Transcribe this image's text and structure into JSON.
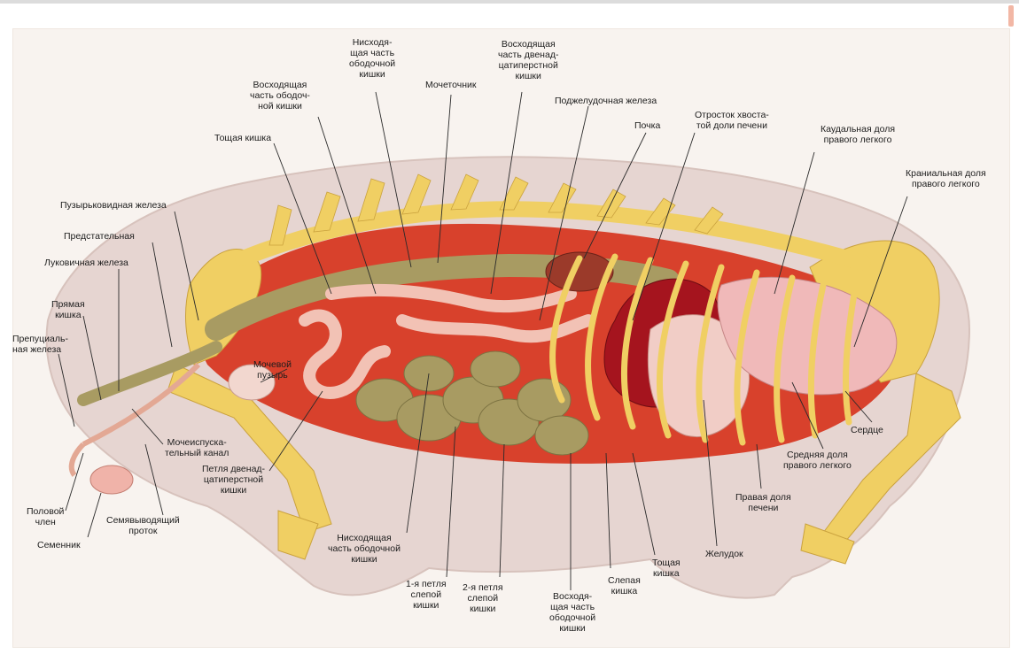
{
  "labels": {
    "nishodyaschaya_top": "Нисходя-\nщая часть\nободочной\nкишки",
    "voshodyaschaya_dvenad": "Восходящая\nчасть двенад-\nцатиперстной\nкишки",
    "mochetochnik": "Мочеточник",
    "voshodyaschaya_obodoch": "Восходящая\nчасть ободоч-\nной кишки",
    "podzheludochnaya": "Поджелудочная железа",
    "pochka": "Почка",
    "otrostok": "Отросток хвоста-\nтой доли печени",
    "kaudalnaya": "Каудальная доля\nправого легкого",
    "kranialnaya": "Краниальная доля\nправого легкого",
    "toschaya_top": "Тощая кишка",
    "puzyrkovidnaya": "Пузырьковидная железа",
    "predstatelnaya": "Предстательная",
    "lukovichnaya": "Луковичная железа",
    "pryamaya": "Прямая\nкишка",
    "prepucialnaya": "Препуциаль-\nная железа",
    "mochevoy": "Мочевой\nпузырь",
    "mocheispusk": "Мочеиспуска-\nтельный канал",
    "petlya_dvenad": "Петля двенад-\nцатиперстной\nкишки",
    "polovoy": "Половой\nчлен",
    "semyavyvod": "Семявыводящий\nпроток",
    "semennik": "Семенник",
    "nishodyaschaya_bottom": "Нисходящая\nчасть ободочной\nкишки",
    "petlya1": "1-я петля\nслепой\nкишки",
    "petlya2": "2-я петля\nслепой\nкишки",
    "voshodyaschaya_bottom": "Восходя-\nщая часть\nободочной\nкишки",
    "slepaya": "Слепая\nкишка",
    "toschaya_bottom": "Тощая\nкишка",
    "zheludok": "Желудок",
    "pravaya_dolya": "Правая доля\nпечени",
    "srednyaya": "Средняя доля\nправого легкого",
    "serdce": "Сердце"
  },
  "colors": {
    "bone": "#f0cf63",
    "body_wall": "#e5d3cf",
    "cavity": "#d8412c",
    "colon": "#a89b62",
    "intestine": "#f2c2b5",
    "liver": "#a5141e",
    "lung": "#f0b9b9"
  }
}
